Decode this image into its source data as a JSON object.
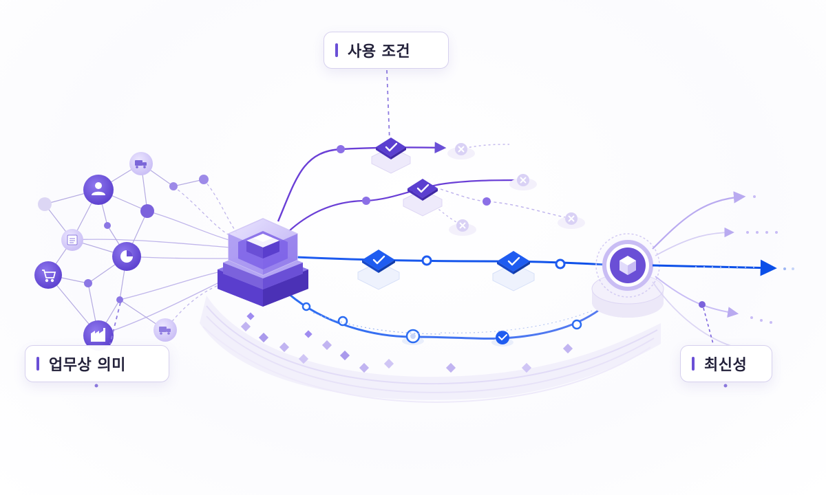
{
  "labels": {
    "usage_conditions": "사용 조건",
    "business_meaning": "업무상 의미",
    "freshness": "최신성"
  },
  "colors": {
    "purple_primary": "#6a4fd6",
    "purple_deep": "#5b3fd0",
    "purple_light": "#b9aaf0",
    "blue_primary": "#1f5cf0",
    "blue_light": "#8fb0f7",
    "panel_border": "#d6d0ee",
    "text_dark": "#23213a"
  },
  "icons": {
    "source_nodes": [
      "user-icon",
      "truck-icon",
      "document-icon",
      "pie-chart-icon",
      "cart-icon",
      "factory-icon"
    ],
    "central_hub": "cube-stack-icon",
    "check": "check-icon",
    "reject": "x-icon",
    "output_hub": "cube-icon"
  }
}
